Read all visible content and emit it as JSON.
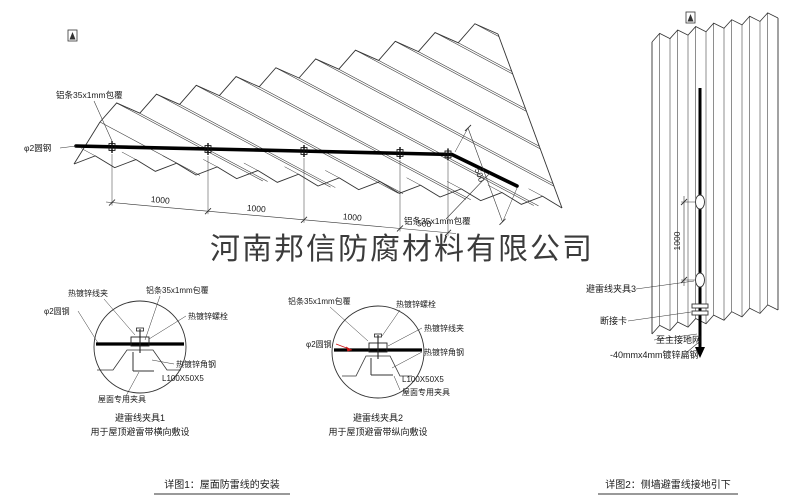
{
  "company_watermark": "河南邦信防腐材料有限公司",
  "roof": {
    "label_strip_top": "铝条35x1mm包覆",
    "label_strip_right": "铝条35x1mm包覆",
    "label_rod": "φ2圆钢",
    "dim_1": "1000",
    "dim_2": "1000",
    "dim_3": "1000",
    "dim_4": "500",
    "dim_side": "500"
  },
  "detail1": {
    "label_wire_clamp": "热镀锌线夹",
    "label_strip": "铝条35x1mm包覆",
    "label_bolt": "热镀锌螺栓",
    "label_rod": "φ2圆钢",
    "label_angle": "热镀锌角钢",
    "label_angle_size": "L100X50X5",
    "label_roof_fixture": "屋面专用夹具",
    "title": "避雷线夹具1",
    "subtitle": "用于屋顶避雷带横向敷设"
  },
  "detail2": {
    "label_wire_clamp": "热镀锌线夹",
    "label_strip": "铝条35x1mm包覆",
    "label_bolt": "热镀锌螺栓",
    "label_rod": "φ2圆钢",
    "label_angle": "热镀锌角钢",
    "label_angle_size": "L100X50X5",
    "label_roof_fixture": "屋面专用夹具",
    "title": "避雷线夹具2",
    "subtitle": "用于屋顶避雷带纵向敷设"
  },
  "wall": {
    "dim_v": "1000",
    "label_clamp3": "避雷线夹具3",
    "label_disconnect": "断接卡",
    "label_to_ground": "至主接地网",
    "label_flat_steel": "-40mmx4mm镀锌扁钢"
  },
  "captions": {
    "fig1": "详图1：屋面防雷线的安装",
    "fig2": "详图2：侧墙避雷线接地引下"
  },
  "colors": {
    "line": "#333333",
    "wire": "#000000",
    "accent_red": "#cc1111",
    "watermark_gray": "#8e8e8e"
  }
}
